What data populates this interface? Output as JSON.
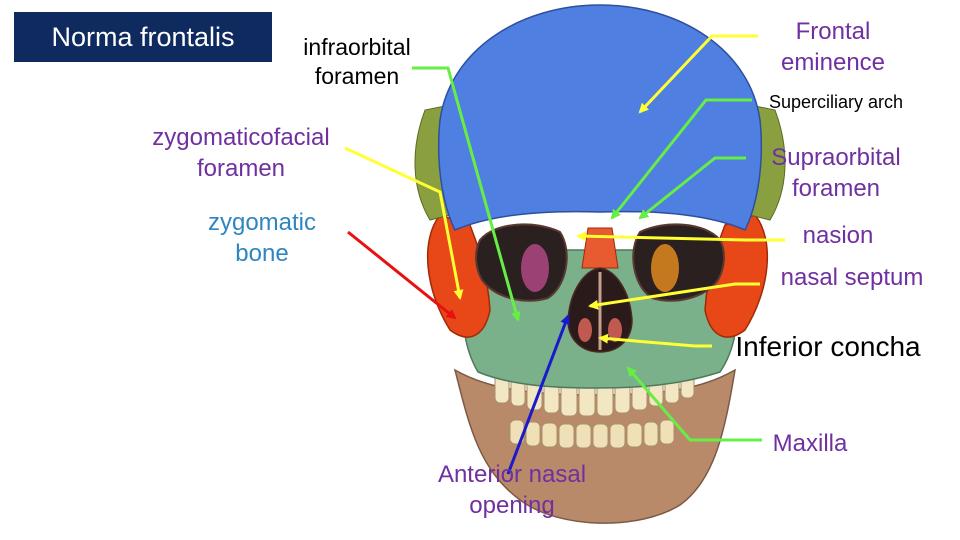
{
  "title": "Norma frontalis",
  "colors": {
    "title_bg": "#0f2a5e",
    "label_violet": "#7030a0",
    "label_blue": "#2e86c1",
    "pointer_yellow": "#ffff33",
    "pointer_green": "#66ee44",
    "pointer_red": "#e81010",
    "pointer_blue": "#1a1acc",
    "frontal": "#4f7fe0",
    "zygomatic": "#e84818",
    "maxilla": "#7ab08a",
    "mandible": "#b98a6a",
    "teeth": "#f3e6c2"
  },
  "labels": {
    "infraorbital": [
      "infraorbital",
      "foramen"
    ],
    "zygomaticofacial": [
      "zygomaticofacial",
      "foramen"
    ],
    "zygomatic_bone": [
      "zygomatic",
      "bone"
    ],
    "frontal_eminence": [
      "Frontal",
      "eminence"
    ],
    "superciliary": "Superciliary arch",
    "supraorbital": [
      "Supraorbital",
      "foramen"
    ],
    "nasion": "nasion",
    "nasal_septum": "nasal septum",
    "inferior_concha": "Inferior concha",
    "maxilla": "Maxilla",
    "anterior_nasal": [
      "Anterior nasal",
      "opening"
    ]
  }
}
